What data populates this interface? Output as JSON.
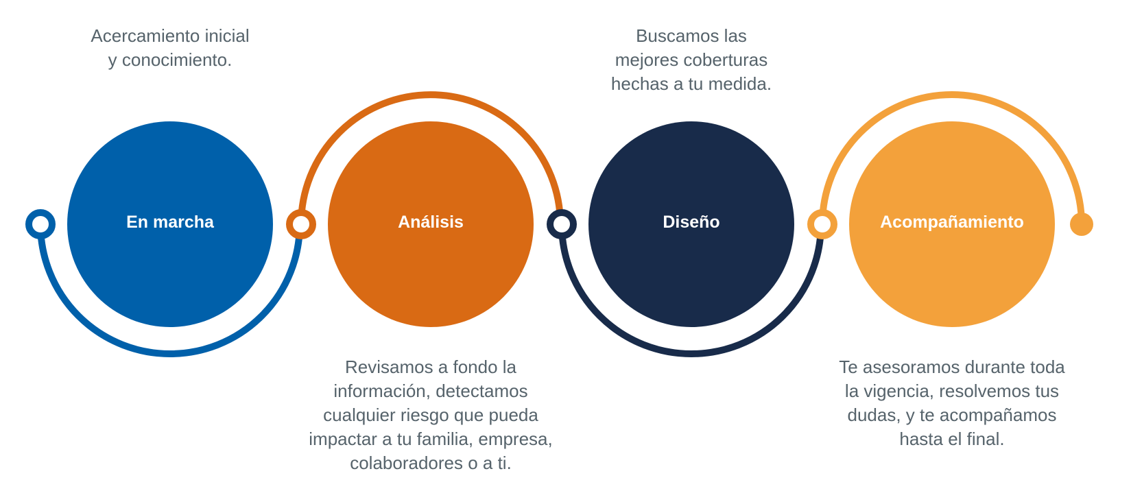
{
  "colors": {
    "step1": "#0060AA",
    "step2": "#D96A14",
    "step3": "#182B4A",
    "step4": "#F3A13B",
    "text": "#56636B"
  },
  "steps": [
    {
      "title": "En marcha",
      "description": [
        "Acercamiento inicial",
        "y conocimiento."
      ]
    },
    {
      "title": "Análisis",
      "description": [
        "Revisamos a fondo la",
        "información, detectamos",
        "cualquier riesgo que pueda",
        "impactar a tu familia, empresa,",
        "colaboradores o a ti."
      ]
    },
    {
      "title": "Diseño",
      "description": [
        "Buscamos las",
        "mejores coberturas",
        "hechas a tu medida."
      ]
    },
    {
      "title": "Acompañamiento",
      "description": [
        "Te asesoramos durante toda",
        "la vigencia, resolvemos tus",
        "dudas, y te acompañamos",
        "hasta el final."
      ]
    }
  ]
}
